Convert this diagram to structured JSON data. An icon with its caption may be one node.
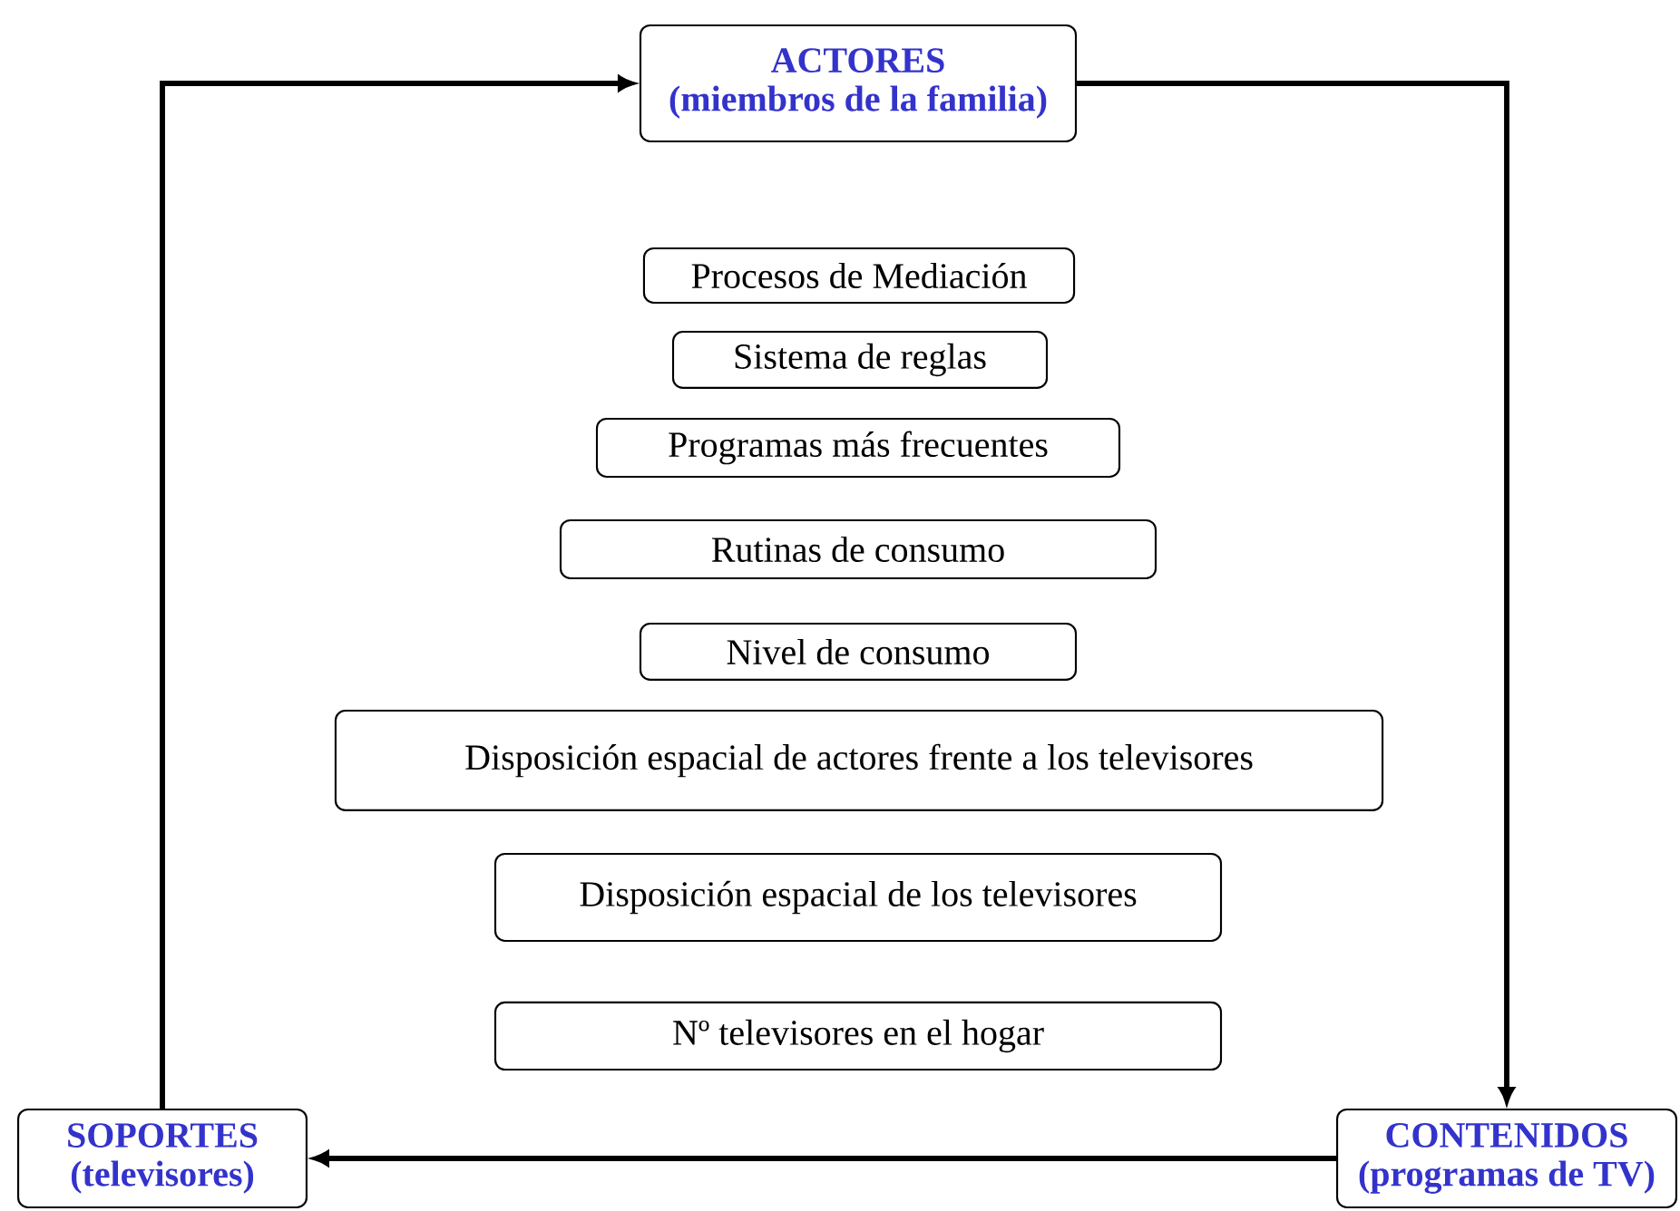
{
  "diagram": {
    "nodes": [
      {
        "text": [
          "ACTORES",
          "(miembros de la familia)"
        ]
      },
      {
        "text": [
          "Procesos de Mediación"
        ]
      },
      {
        "text": [
          "Sistema de reglas"
        ]
      },
      {
        "text": [
          "Programas más frecuentes"
        ]
      },
      {
        "text": [
          "Rutinas de consumo"
        ]
      },
      {
        "text": [
          "Nivel de consumo"
        ]
      },
      {
        "text": [
          "Disposición espacial de actores frente a los televisores"
        ]
      },
      {
        "text": [
          "Disposición espacial de los televisores"
        ]
      },
      {
        "text": [
          "Nº televisores en el hogar"
        ]
      },
      {
        "text": [
          "SOPORTES",
          "(televisores)"
        ]
      },
      {
        "text": [
          "CONTENIDOS",
          "(programas de TV)"
        ]
      }
    ],
    "edges": [
      {
        "from": 9,
        "to": 0,
        "arrow": "to"
      },
      {
        "from": 0,
        "to": 10,
        "arrow": "to"
      },
      {
        "from": 10,
        "to": 9,
        "arrow": "to"
      }
    ]
  }
}
